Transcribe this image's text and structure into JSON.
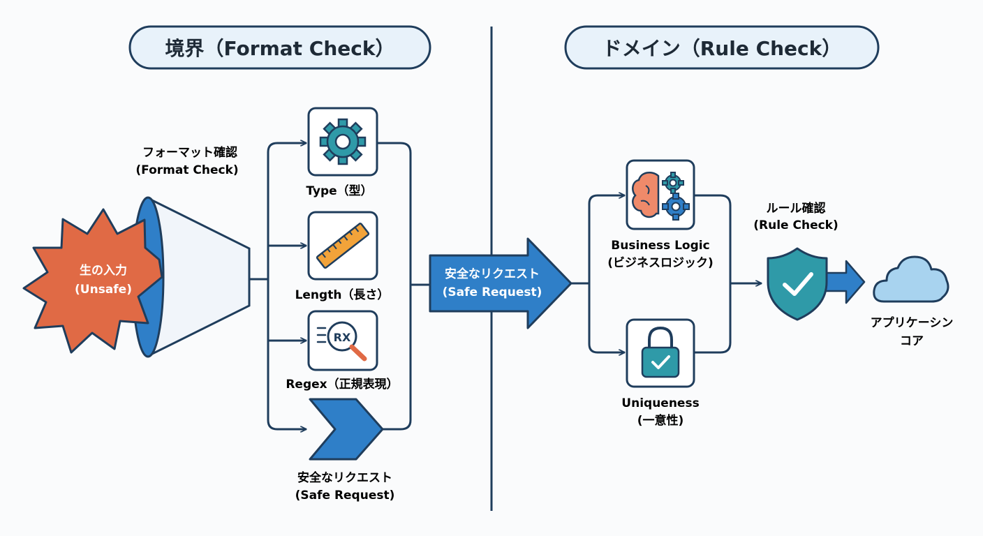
{
  "headers": {
    "left": "境界（Format Check）",
    "right": "ドメイン（Rule Check）"
  },
  "left": {
    "format_check": [
      "フォーマット確認",
      "(Format Check)"
    ],
    "raw_input": [
      "生の入力",
      "(Unsafe)"
    ],
    "type": "Type（型）",
    "length": "Length（長さ）",
    "regex": "Regex（正規表現）",
    "regex_badge": "RX",
    "safe_request": [
      "安全なリクエスト",
      "(Safe Request)"
    ]
  },
  "center_arrow": [
    "安全なリクエスト",
    "(Safe Request)"
  ],
  "right": {
    "business_logic": [
      "Business Logic",
      "(ビジネスロジック)"
    ],
    "uniqueness": [
      "Uniqueness",
      "(一意性)"
    ],
    "rule_check": [
      "ルール確認",
      "(Rule Check)"
    ],
    "app_core": [
      "アプリケーシン",
      "コア"
    ]
  },
  "colors": {
    "navy": "#1f3d5c",
    "blue": "#2f7fc8",
    "teal": "#2f9aa8",
    "orange": "#e06a45",
    "pill_bg": "#e8f2fa",
    "cloud": "#a8d3ef"
  },
  "icons": [
    "gear-icon",
    "ruler-icon",
    "regex-magnifier-icon",
    "chevron-arrow-icon",
    "brain-gears-icon",
    "padlock-check-icon",
    "shield-check-icon",
    "cloud-icon",
    "funnel-icon",
    "starburst-icon"
  ]
}
